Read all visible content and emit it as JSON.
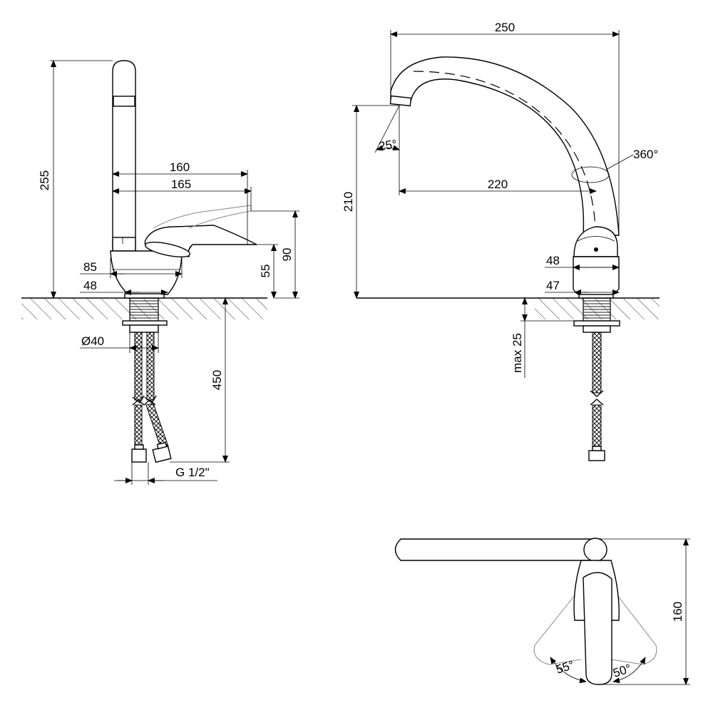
{
  "labels": {
    "dim_255": "255",
    "dim_160_top": "160",
    "dim_165": "165",
    "dim_90": "90",
    "dim_55": "55",
    "dim_85": "85",
    "dim_48_left": "48",
    "dim_d40": "Ø40",
    "dim_450": "450",
    "dim_g12": "G 1/2\"",
    "dim_250": "250",
    "dim_25deg": "25°",
    "dim_360deg": "360°",
    "dim_220": "220",
    "dim_210": "210",
    "dim_48_right": "48",
    "dim_47": "47",
    "dim_max25": "max 25",
    "dim_160_plan": "160",
    "dim_55deg": "55°",
    "dim_50deg": "50°"
  }
}
